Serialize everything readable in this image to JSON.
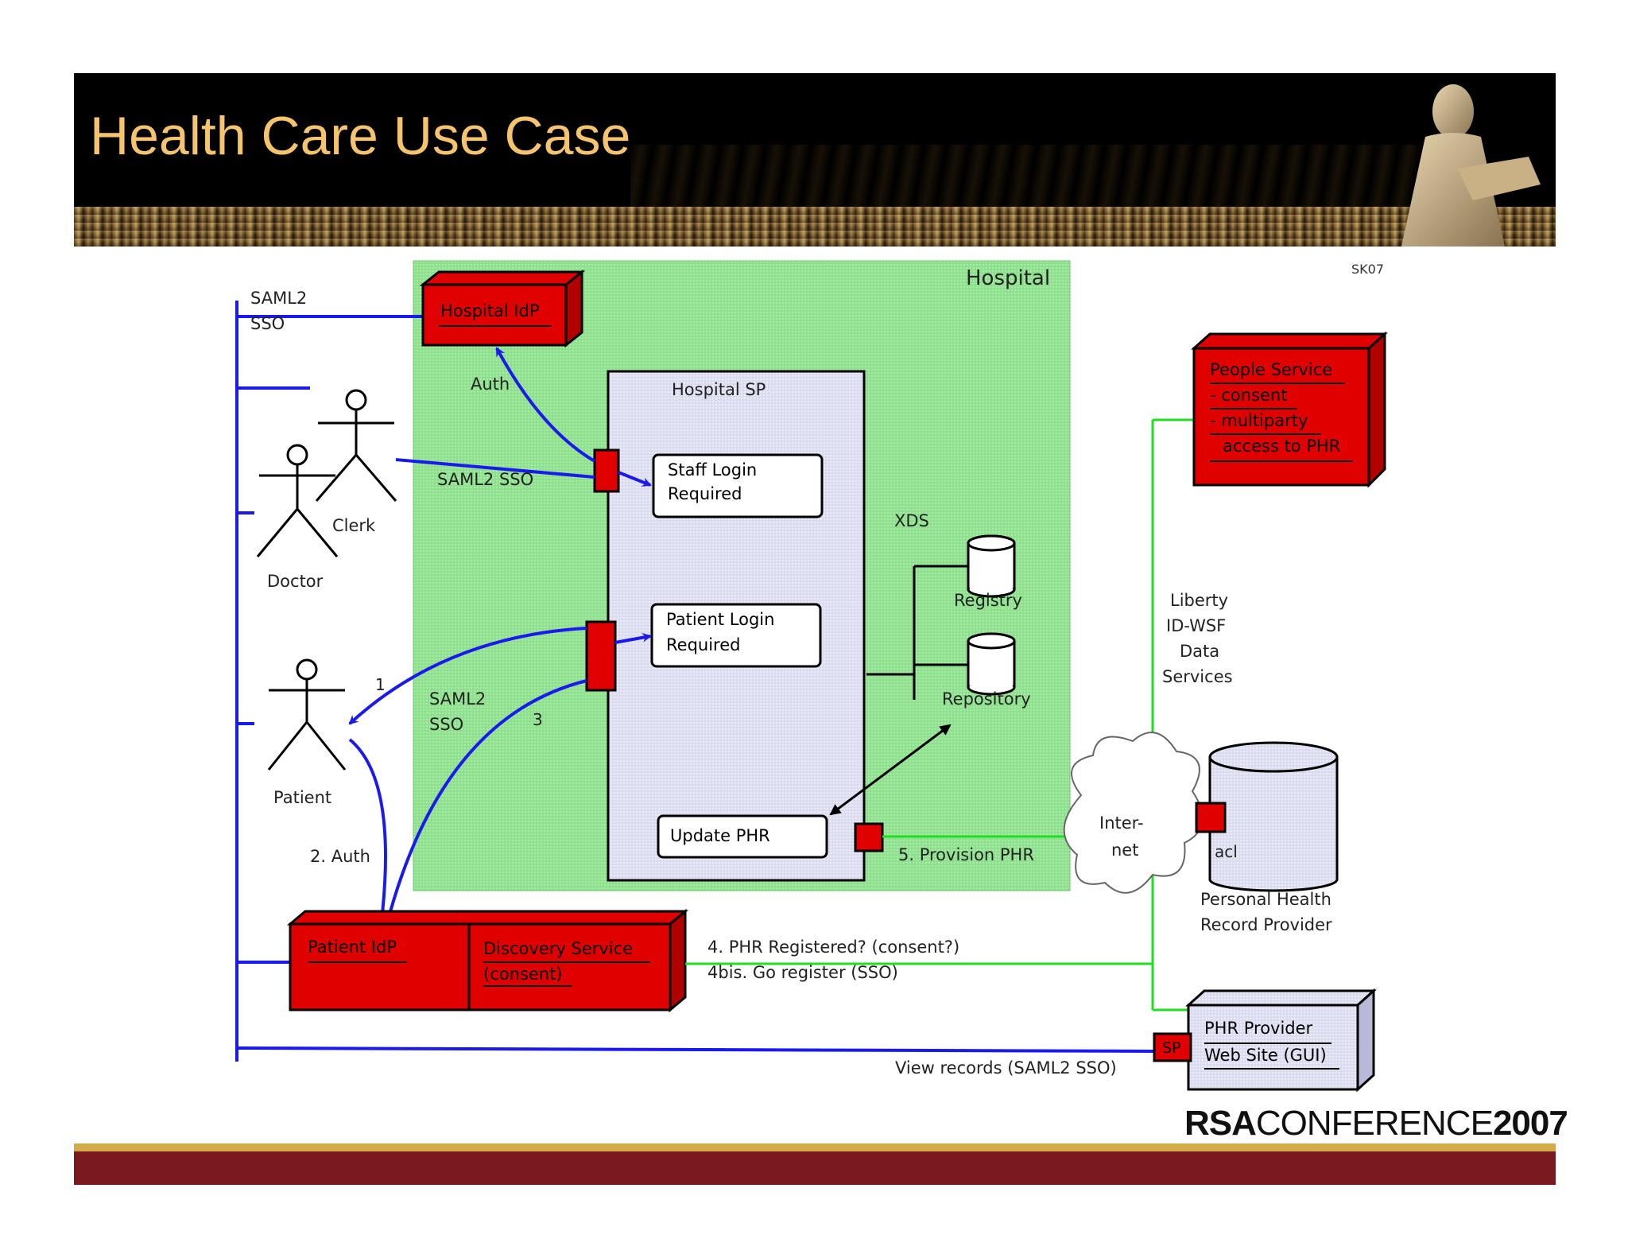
{
  "slide": {
    "title": "Health Care Use Case",
    "code": "SK07",
    "brand_rsa": "RSA",
    "brand_conf": "CONFERENCE",
    "brand_year": "2007"
  },
  "diagram": {
    "hospital_label": "Hospital",
    "hospital_idp": "Hospital IdP",
    "hospital_sp": "Hospital SP",
    "staff_login": [
      "Staff Login",
      "Required"
    ],
    "patient_login": [
      "Patient Login",
      "Required"
    ],
    "update_phr": "Update PHR",
    "xds": "XDS",
    "registry": "Registry",
    "repository": "Repository",
    "saml2_sso_left": [
      "SAML2",
      "SSO"
    ],
    "auth": "Auth",
    "saml2_sso_mid": "SAML2 SSO",
    "saml2_sso_low": [
      "SAML2",
      "SSO"
    ],
    "clerk": "Clerk",
    "doctor": "Doctor",
    "patient": "Patient",
    "step1": "1",
    "step3": "3",
    "step2": "2. Auth",
    "step5": "5. Provision PHR",
    "step4": "4. PHR Registered? (consent?)",
    "step4bis": "4bis. Go register (SSO)",
    "view_records": "View records (SAML2 SSO)",
    "patient_idp": "Patient IdP",
    "discovery": [
      "Discovery Service",
      "(consent)"
    ],
    "people_service": [
      "People Service",
      "- consent",
      "- multiparty",
      "access to PHR"
    ],
    "liberty": [
      "Liberty",
      "ID-WSF",
      "Data",
      "Services"
    ],
    "internet": [
      "Inter-",
      "net"
    ],
    "acl": "acl",
    "phr_record": [
      "Personal Health",
      "Record Provider"
    ],
    "phr_web": [
      "PHR Provider",
      "Web Site (GUI)"
    ],
    "sp": "SP"
  },
  "colors": {
    "title": "#f5c46c",
    "hospital_bg": "#8ee08e",
    "red_box": "#e00000",
    "blue_line": "#1a1aee",
    "green_line": "#22dd22",
    "footer": "#7a1a1e"
  }
}
